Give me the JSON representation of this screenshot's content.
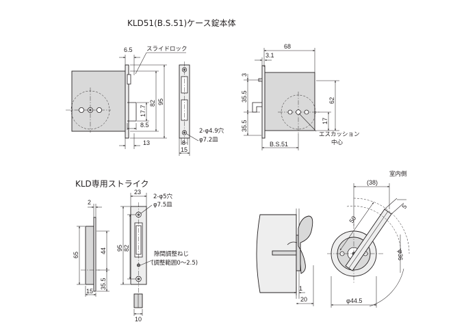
{
  "titles": {
    "main": "KLD51(B.S.51)ケース錠本体",
    "strike": "KLD専用ストライク"
  },
  "lock_front": {
    "dims": [
      "6.5",
      "82",
      "95",
      "17.7",
      "8.5",
      "13"
    ],
    "callout": "スライドロック"
  },
  "lock_face": {
    "dims": [
      "8",
      "15"
    ],
    "hole_note_line1": "2-φ4.9穴",
    "hole_note_line2": "φ7.2皿"
  },
  "lock_side": {
    "dims": [
      "68",
      "3.1",
      "3",
      "35.5",
      "35.5",
      "62",
      "17",
      "B.S.51"
    ],
    "escutcheon_line1": "エスカッション",
    "escutcheon_line2": "中心"
  },
  "strike_side": {
    "dims": [
      "2",
      "65",
      "44",
      "35.5",
      "15"
    ]
  },
  "strike_front": {
    "dims": [
      "23",
      "95",
      "82",
      "10"
    ],
    "hole_note_line1": "2-φ5穴",
    "hole_note_line2": "φ7.5皿",
    "adjust_line1": "隙間調整ねじ",
    "adjust_line2": "(調整範囲0～2.5)"
  },
  "thumbturn": {
    "room_side": "室内側",
    "dims": [
      "(38)",
      "5",
      "50",
      "φ36",
      "1",
      "20",
      "φ44.5"
    ]
  }
}
